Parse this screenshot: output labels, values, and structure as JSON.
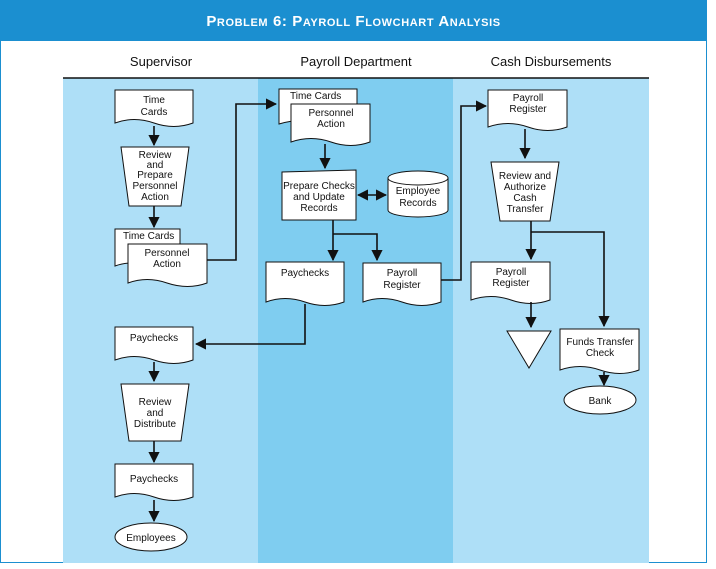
{
  "title": "Problem 6: Payroll Flowchart Analysis",
  "lanes": {
    "supervisor": "Supervisor",
    "payroll": "Payroll Department",
    "cash": "Cash Disbursements"
  },
  "nodes": {
    "time_cards_1": [
      "Time",
      "Cards"
    ],
    "review_prepare": [
      "Review",
      "and",
      "Prepare",
      "Personnel",
      "Action"
    ],
    "time_cards_2": [
      "Time Cards"
    ],
    "personnel_action_2": [
      "Personnel",
      "Action"
    ],
    "paychecks_sup": [
      "Paychecks"
    ],
    "review_distribute": [
      "Review",
      "and",
      "Distribute"
    ],
    "paychecks_sup2": [
      "Paychecks"
    ],
    "employees": [
      "Employees"
    ],
    "time_cards_3": [
      "Time Cards"
    ],
    "personnel_action_3": [
      "Personnel",
      "Action"
    ],
    "prepare_checks": [
      "Prepare Checks",
      "and Update",
      "Records"
    ],
    "employee_records": [
      "Employee",
      "Records"
    ],
    "paychecks_pay": [
      "Paychecks"
    ],
    "payroll_register_pay": [
      "Payroll",
      "Register"
    ],
    "payroll_register_cash": [
      "Payroll",
      "Register"
    ],
    "review_authorize": [
      "Review and",
      "Authorize",
      "Cash",
      "Transfer"
    ],
    "payroll_register_cash2": [
      "Payroll",
      "Register"
    ],
    "funds_transfer": [
      "Funds Transfer",
      "Check"
    ],
    "bank": [
      "Bank"
    ]
  },
  "colors": {
    "title_bar": "#1b8fd0",
    "lane_light": "#aedff7",
    "lane_mid": "#7fcdf0",
    "border": "#1b8fd0"
  }
}
